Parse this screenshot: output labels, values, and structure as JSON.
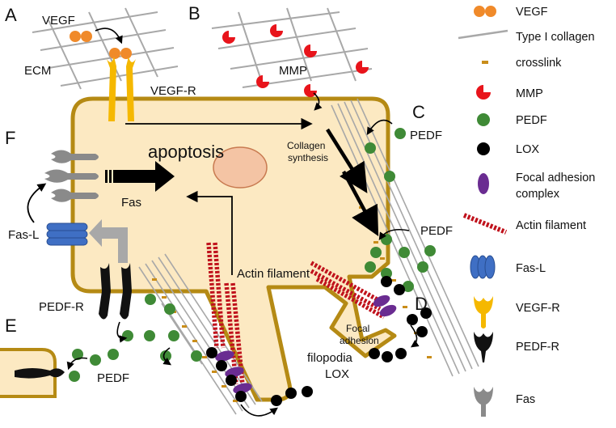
{
  "panels": {
    "a": "A",
    "b": "B",
    "c": "C",
    "d": "D",
    "e": "E",
    "f": "F"
  },
  "labels": {
    "vegf": "VEGF",
    "ecm": "ECM",
    "vegf_r": "VEGF-R",
    "mmp": "MMP",
    "pedf_c": "PEDF",
    "collagen_synthesis_1": "Collagen",
    "collagen_synthesis_2": "synthesis",
    "apoptosis": "apoptosis",
    "fas": "Fas",
    "fas_l": "Fas-L",
    "pedf_d": "PEDF",
    "actin_filament": "Actin filament",
    "pedf_r": "PEDF-R",
    "focal_adhesion_1": "Focal",
    "focal_adhesion_2": "adhesion",
    "filopodia": "filopodia",
    "lox": "LOX",
    "pedf_e": "PEDF"
  },
  "legend": [
    {
      "label": "VEGF",
      "icon": "vegf-icon"
    },
    {
      "label": "Type I collagen",
      "icon": "collagen-icon"
    },
    {
      "label": "crosslink",
      "icon": "crosslink-icon"
    },
    {
      "label": "MMP",
      "icon": "mmp-icon"
    },
    {
      "label": "PEDF",
      "icon": "pedf-icon"
    },
    {
      "label": "LOX",
      "icon": "lox-icon"
    },
    {
      "label": "Focal adhesion",
      "label2": "complex",
      "icon": "focal-adhesion-icon"
    },
    {
      "label": "Actin filament",
      "icon": "actin-filament-icon"
    },
    {
      "label": "Fas-L",
      "icon": "fas-l-icon"
    },
    {
      "label": "VEGF-R",
      "icon": "vegf-r-icon"
    },
    {
      "label": "PEDF-R",
      "icon": "pedf-r-icon"
    },
    {
      "label": "Fas",
      "icon": "fas-icon"
    }
  ],
  "colors": {
    "cell_fill": "#fce9c2",
    "cell_border": "#b58a14",
    "vegf": "#f08a2a",
    "mmp": "#e8141b",
    "pedf": "#3f8a36",
    "lox": "#000000",
    "focal_adhesion": "#6a2c91",
    "actin": "#c0121c",
    "fas_l": "#3f6fc4",
    "vegf_r": "#f5b800",
    "pedf_r": "#111111",
    "fas": "#8a8a8a",
    "collagen": "#a8a8a8",
    "crosslink": "#c98d1a",
    "nucleus": "#f4c4a4"
  }
}
